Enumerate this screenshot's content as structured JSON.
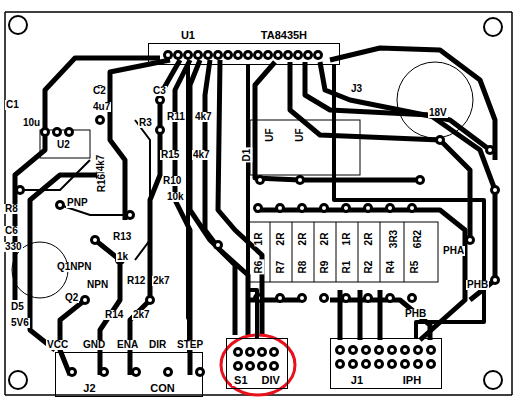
{
  "diagram": {
    "nodes": [
      {
        "text": [
          "U1",
          "TA8435H"
        ]
      },
      {
        "text": [
          "J2",
          "CON"
        ]
      },
      {
        "text": [
          "S1",
          "DIV"
        ]
      },
      {
        "text": [
          "J1",
          "IPH"
        ]
      }
    ],
    "edges": [
      {
        "from": 0,
        "to": 2,
        "arrow": "none"
      },
      {
        "from": 0,
        "to": 3,
        "arrow": "none"
      },
      {
        "from": 1,
        "to": 0,
        "arrow": "none"
      }
    ],
    "labels": [
      "C1",
      "10u",
      "C2",
      "4u7",
      "C3",
      "R3",
      "R11",
      "4k7",
      "U2",
      "R15",
      "4k7",
      "R16",
      "4k7",
      "R10",
      "10k",
      "PNP",
      "R8",
      "C6",
      "330",
      "R13",
      "1k",
      "Q1NPN",
      "NPN",
      "R12",
      "2k7",
      "Q2",
      "R14",
      "2k7",
      "D5",
      "5V6",
      "VCC",
      "GND",
      "ENA",
      "DIR",
      "STEP",
      "D1",
      "UF",
      "UF",
      "J3",
      "18V",
      "1R",
      "2R",
      "2R",
      "2R",
      "1R",
      "2R",
      "3R3",
      "6R2",
      "R6",
      "R7",
      "R8",
      "R9",
      "R1",
      "R2",
      "R4",
      "R5",
      "PHA",
      "PHB",
      "PHB"
    ]
  }
}
